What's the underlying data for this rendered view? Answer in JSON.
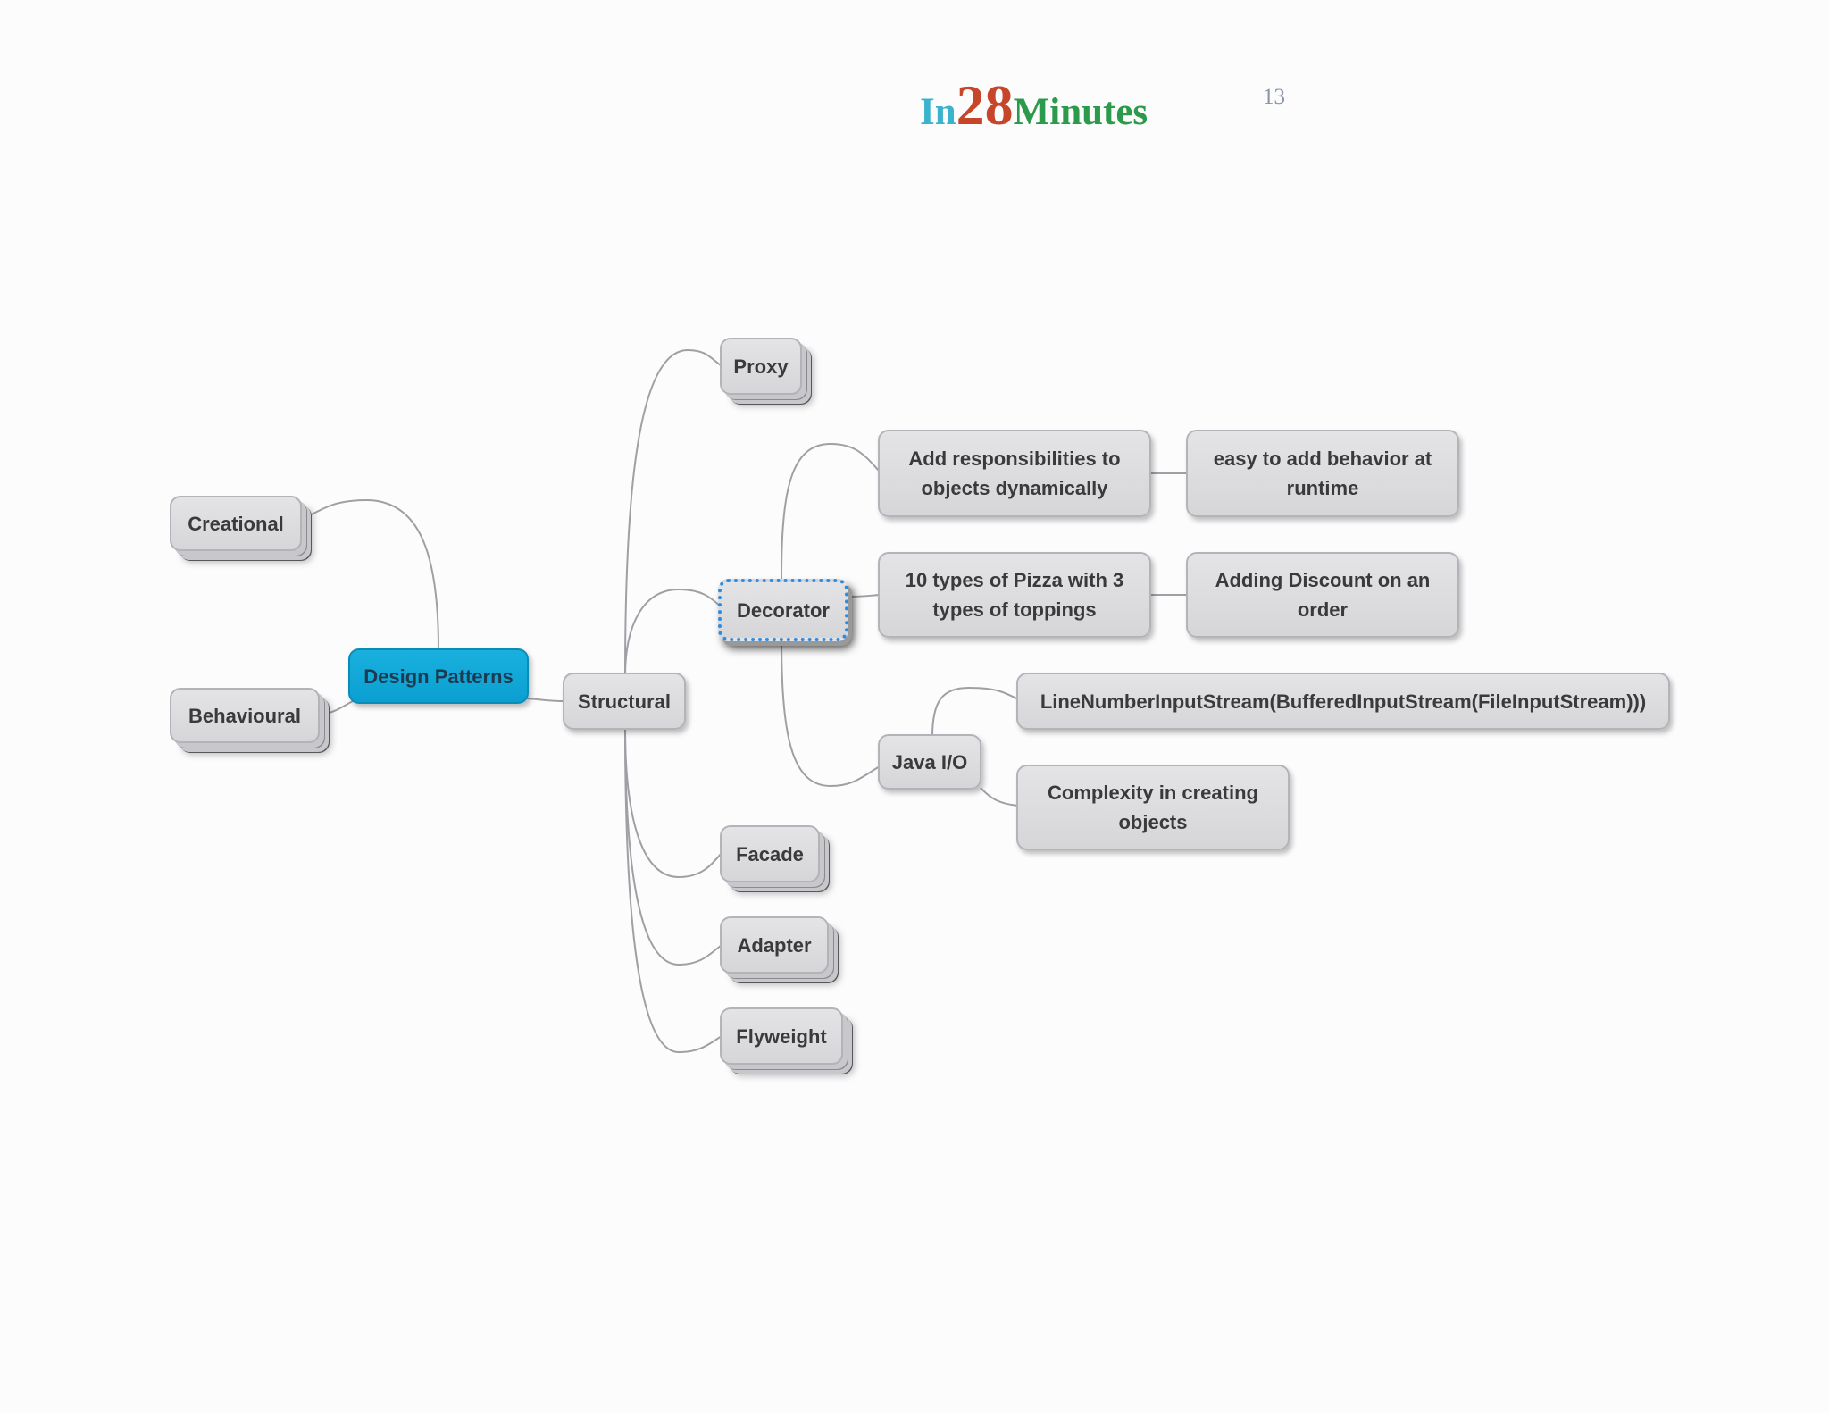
{
  "header": {
    "logo": {
      "part1": "In",
      "part2": "28",
      "part3": "Minutes"
    },
    "page_number": "13"
  },
  "mindmap": {
    "root": {
      "label": "Design Patterns"
    },
    "creational": {
      "label": "Creational"
    },
    "behavioural": {
      "label": "Behavioural"
    },
    "structural": {
      "label": "Structural"
    },
    "proxy": {
      "label": "Proxy"
    },
    "decorator": {
      "label": "Decorator"
    },
    "facade": {
      "label": "Facade"
    },
    "adapter": {
      "label": "Adapter"
    },
    "flyweight": {
      "label": "Flyweight"
    },
    "add_responsibilities": {
      "line1": "Add responsibilities to",
      "line2": "objects dynamically"
    },
    "easy_to_add": {
      "line1": "easy to add behavior at",
      "line2": "runtime"
    },
    "pizza": {
      "line1": "10 types of Pizza with 3",
      "line2": "types of toppings"
    },
    "discount": {
      "line1": "Adding Discount on an",
      "line2": "order"
    },
    "java_io": {
      "label": "Java I/O"
    },
    "line_number_stream": {
      "label": "LineNumberInputStream(BufferedInputStream(FileInputStream)))"
    },
    "complexity": {
      "line1": "Complexity in creating",
      "line2": "objects"
    }
  },
  "colors": {
    "root_fill": "#10a8d8",
    "node_fill": "#dcdbde",
    "selection_border": "#2d8be0",
    "connector": "#a09fa4"
  }
}
